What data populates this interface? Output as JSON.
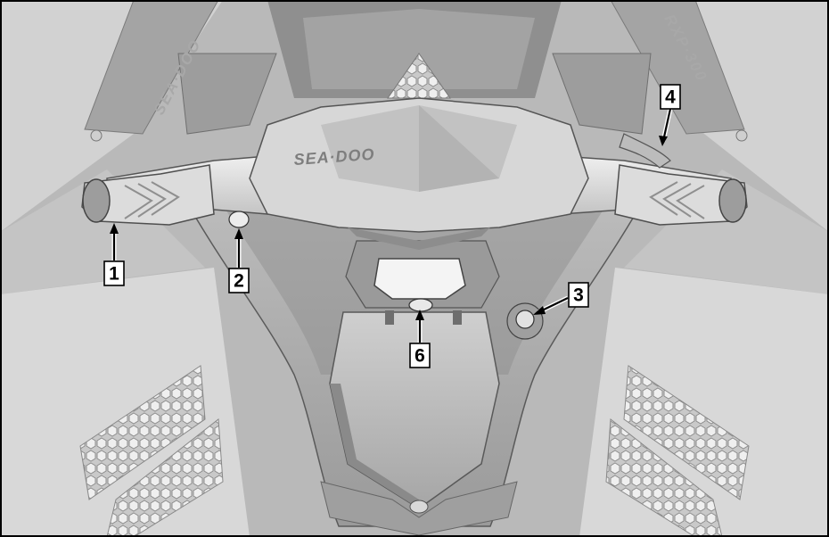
{
  "figure": {
    "handlebar_logo": "SEA·DOO",
    "hull_text_left": "SEA·DOO",
    "hull_text_right": "RXP·300"
  },
  "callouts": [
    {
      "id": "1",
      "label": "1"
    },
    {
      "id": "2",
      "label": "2"
    },
    {
      "id": "3",
      "label": "3"
    },
    {
      "id": "4",
      "label": "4"
    },
    {
      "id": "6",
      "label": "6"
    }
  ]
}
